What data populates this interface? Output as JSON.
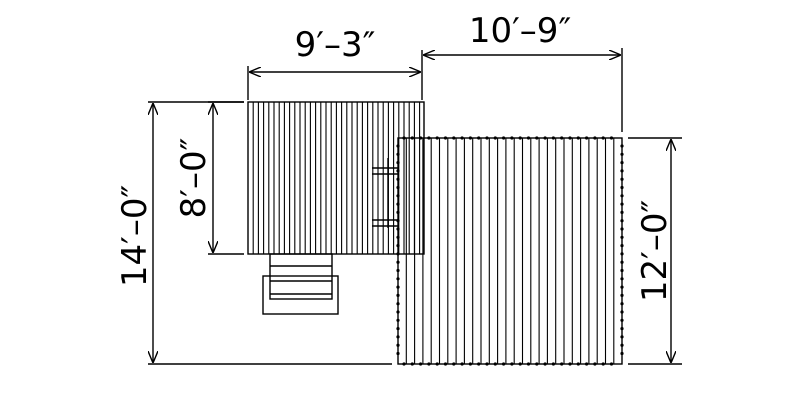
{
  "dimensions": {
    "top_left_width": "9′–3″",
    "top_right_width": "10′–9″",
    "left_inner_height": "8′–0″",
    "left_overall_height": "14′–0″",
    "right_height": "12′–0″"
  },
  "colors": {
    "line": "#000000",
    "background": "#ffffff"
  }
}
